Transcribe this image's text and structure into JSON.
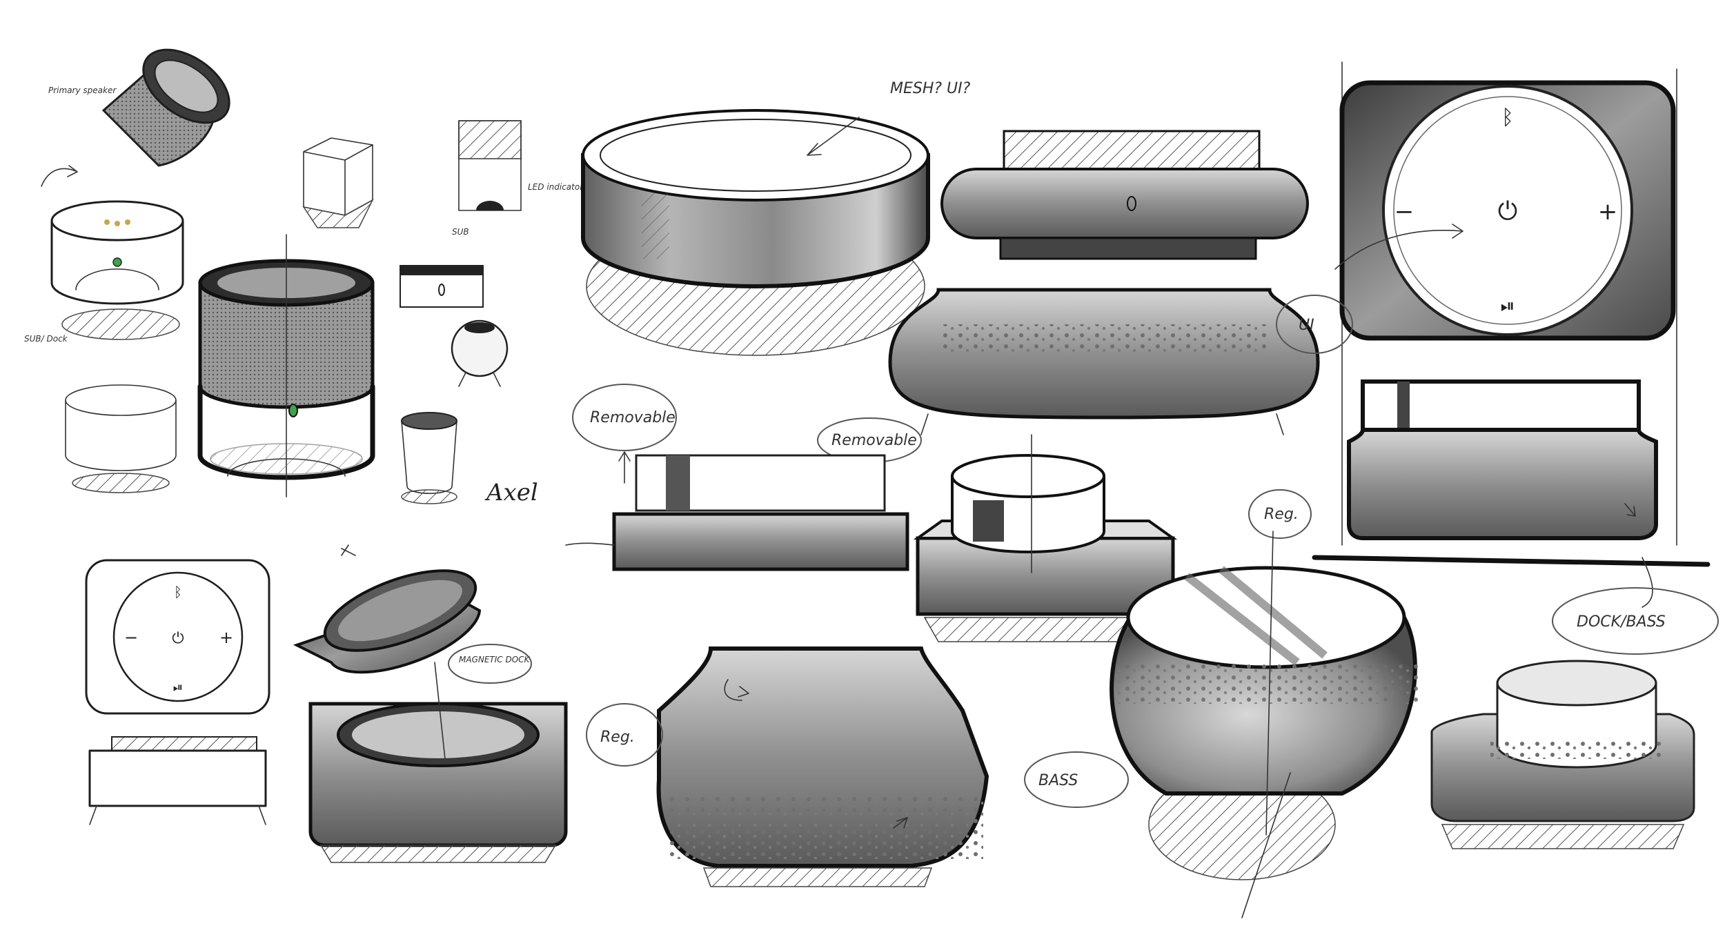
{
  "annotations": {
    "primary_speaker": "Primary speaker",
    "sub_dock": "SUB/ Dock",
    "led_indicator": "LED indicator?",
    "sub": "SUB",
    "mesh_ui": "MESH? UI?",
    "removable_1": "Removable",
    "removable_2": "Removable",
    "ui": "UI",
    "reg_1": "Reg.",
    "reg_2": "Reg.",
    "dock_bass": "DOCK/BASS",
    "magnetic_dock": "MAGNETIC DOCK",
    "bass": "BASS"
  },
  "signature": "Axel",
  "controls": {
    "minus": "−",
    "plus": "+",
    "power": "⏻",
    "bluetooth": "ᛒ",
    "play_pause": "⏯"
  },
  "colors": {
    "ink": "#1e1e1e",
    "body_gray": "#8a8a8a",
    "led_green": "#3fa34d",
    "paper": "#ffffff"
  }
}
